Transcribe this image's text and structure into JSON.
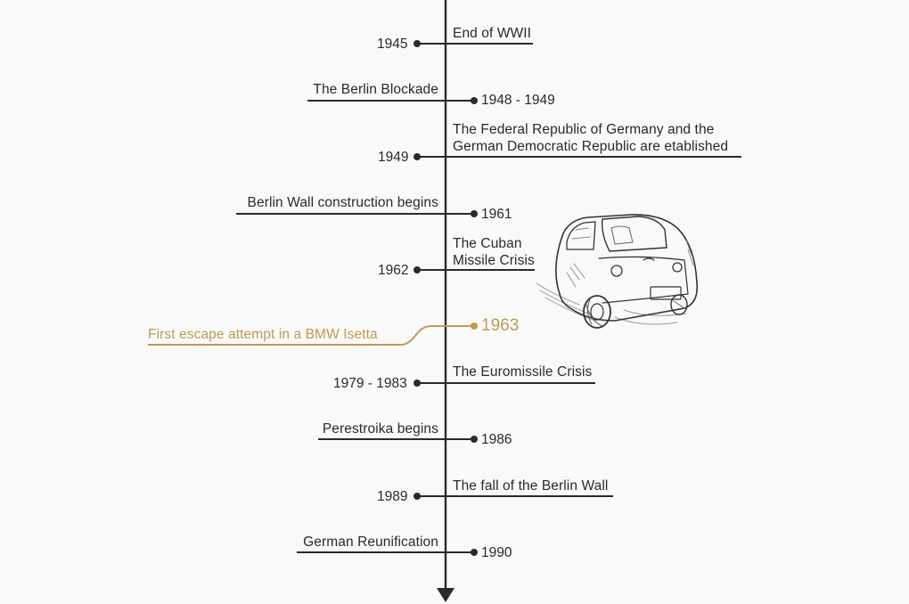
{
  "colors": {
    "line": "#2a2a2a",
    "highlight": "#c09a52",
    "background": "#f9f9f9"
  },
  "events": [
    {
      "year": "1945",
      "label": [
        "End of WWII"
      ]
    },
    {
      "year": "1948 - 1949",
      "label": [
        "The Berlin Blockade"
      ]
    },
    {
      "year": "1949",
      "label": [
        "The Federal Republic of Germany and the",
        "German Democratic Republic are etablished"
      ]
    },
    {
      "year": "1961",
      "label": [
        "Berlin Wall construction begins"
      ]
    },
    {
      "year": "1962",
      "label": [
        "The Cuban",
        "Missile Crisis"
      ]
    },
    {
      "year": "1963",
      "label": [
        "First escape attempt in a BMW Isetta"
      ],
      "highlight": true
    },
    {
      "year": "1979 - 1983",
      "label": [
        "The Euromissile Crisis"
      ]
    },
    {
      "year": "1986",
      "label": [
        "Perestroika begins"
      ]
    },
    {
      "year": "1989",
      "label": [
        "The fall of the Berlin Wall"
      ]
    },
    {
      "year": "1990",
      "label": [
        "German Reunification"
      ]
    }
  ],
  "illustration": {
    "name": "isetta-car-sketch"
  }
}
